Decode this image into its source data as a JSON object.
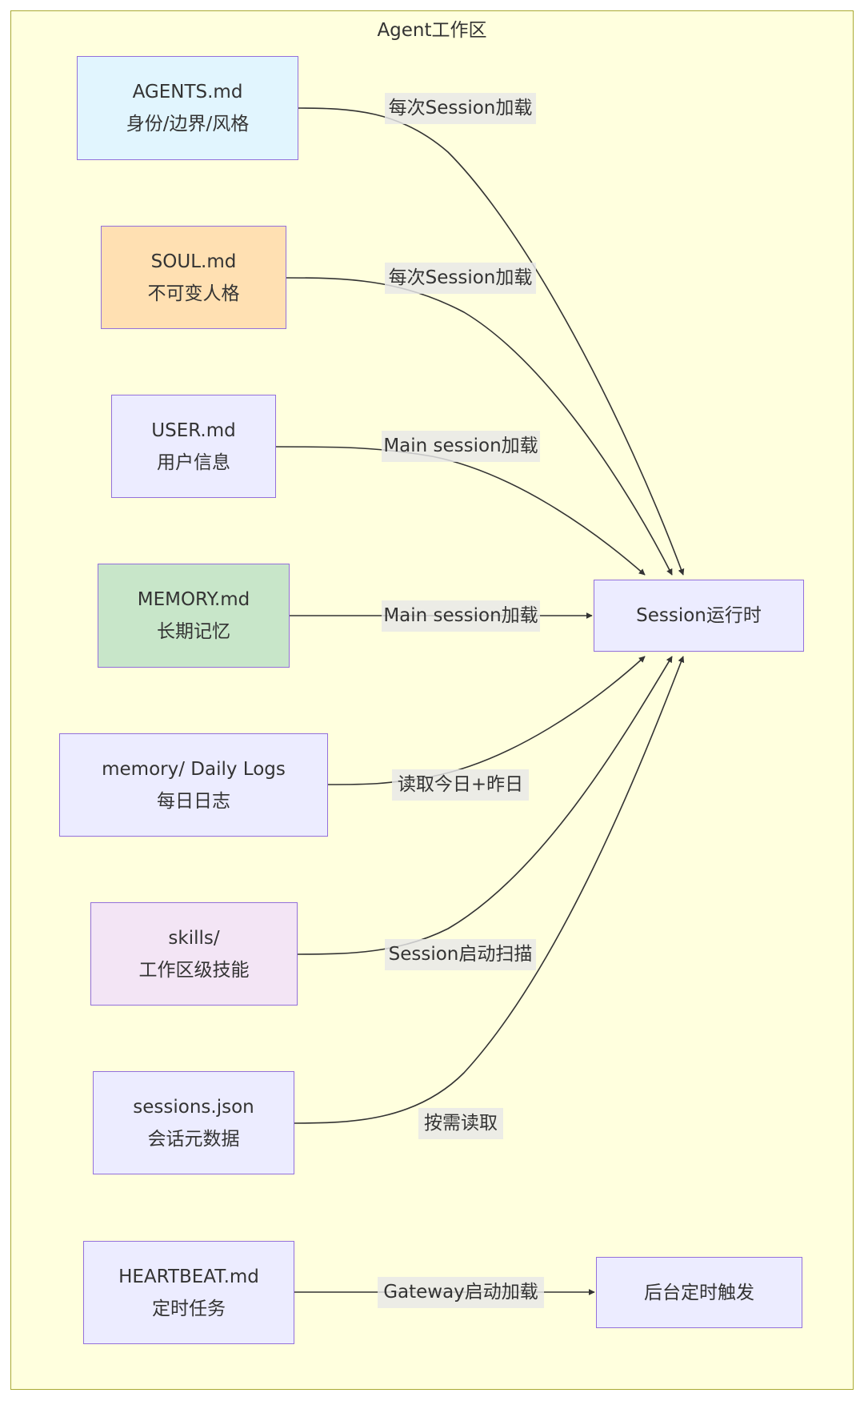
{
  "cluster": {
    "title": "Agent工作区",
    "fill": "#ffffde",
    "border": "#aaaa33"
  },
  "colors": {
    "node_border": "#9370db",
    "node_default_fill": "#ececff",
    "edge_stroke": "#333333",
    "label_bg": "#e8e8e8",
    "text": "#333333"
  },
  "nodes": {
    "agents": {
      "line1": "AGENTS.md",
      "line2": "身份/边界/风格",
      "fill": "#e1f5fe"
    },
    "soul": {
      "line1": "SOUL.md",
      "line2": "不可变人格",
      "fill": "#ffe0b2"
    },
    "user": {
      "line1": "USER.md",
      "line2": "用户信息",
      "fill": "#ececff"
    },
    "memory": {
      "line1": "MEMORY.md",
      "line2": "长期记忆",
      "fill": "#c8e6c9"
    },
    "daily_logs": {
      "line1": "memory/ Daily Logs",
      "line2": "每日日志",
      "fill": "#ececff"
    },
    "skills": {
      "line1": "skills/",
      "line2": "工作区级技能",
      "fill": "#f3e5f5"
    },
    "sessions_json": {
      "line1": "sessions.json",
      "line2": "会话元数据",
      "fill": "#ececff"
    },
    "heartbeat": {
      "line1": "HEARTBEAT.md",
      "line2": "定时任务",
      "fill": "#ececff"
    },
    "session_runtime": {
      "label": "Session运行时",
      "fill": "#ececff"
    },
    "background_trigger": {
      "label": "后台定时触发",
      "fill": "#ececff"
    }
  },
  "edges": [
    {
      "from": "agents",
      "to": "session_runtime",
      "label": "每次Session加载"
    },
    {
      "from": "soul",
      "to": "session_runtime",
      "label": "每次Session加载"
    },
    {
      "from": "user",
      "to": "session_runtime",
      "label": "Main session加载"
    },
    {
      "from": "memory",
      "to": "session_runtime",
      "label": "Main session加载"
    },
    {
      "from": "daily_logs",
      "to": "session_runtime",
      "label": "读取今日+昨日"
    },
    {
      "from": "skills",
      "to": "session_runtime",
      "label": "Session启动扫描"
    },
    {
      "from": "sessions_json",
      "to": "session_runtime",
      "label": "按需读取"
    },
    {
      "from": "heartbeat",
      "to": "background_trigger",
      "label": "Gateway启动加载"
    }
  ]
}
